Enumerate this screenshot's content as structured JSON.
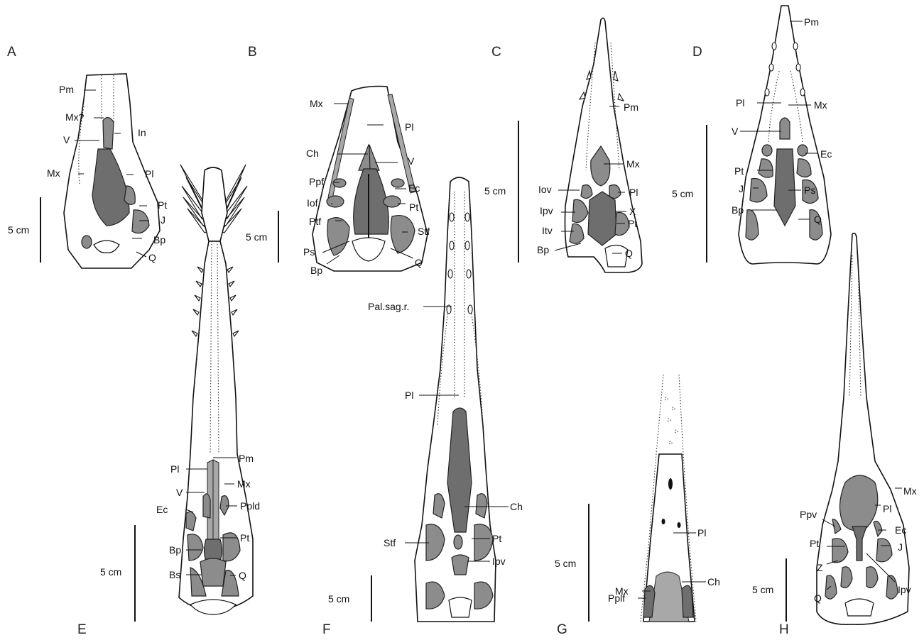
{
  "panels": {
    "A": {
      "letter": "A",
      "labels": {
        "pm": "Pm",
        "mx_q": "Mx?",
        "v": "V",
        "in": "In",
        "mx": "Mx",
        "pl": "Pl",
        "pt": "Pt",
        "j": "J",
        "bp": "Bp",
        "q": "Q"
      },
      "scale": "5 cm"
    },
    "B": {
      "letter": "B",
      "labels": {
        "mx": "Mx",
        "pl": "Pl",
        "ch": "Ch",
        "v": "V",
        "ppf": "Ppf",
        "ec": "Ec",
        "iof": "Iof",
        "pt": "Pt",
        "ptf": "Ptf",
        "stf": "Stf",
        "ps": "Ps",
        "q": "Q",
        "bp": "Bp"
      },
      "scale": "5 cm"
    },
    "C": {
      "letter": "C",
      "labels": {
        "pm": "Pm",
        "mx": "Mx",
        "iov": "Iov",
        "pl": "Pl",
        "ipv": "Ipv",
        "x": "X",
        "itv": "Itv",
        "pt": "Pt",
        "bp": "Bp",
        "q": "Q"
      },
      "scale": "5 cm"
    },
    "D": {
      "letter": "D",
      "labels": {
        "pm": "Pm",
        "pl": "Pl",
        "mx": "Mx",
        "v": "V",
        "ec": "Ec",
        "pt": "Pt",
        "j": "J",
        "ps": "Ps",
        "bp": "Bp",
        "q": "Q"
      },
      "scale": "5 cm"
    },
    "E": {
      "letter": "E",
      "labels": {
        "pm": "Pm",
        "pl": "Pl",
        "mx": "Mx",
        "v": "V",
        "ec": "Ec",
        "ppld": "Ppld",
        "pt": "Pt",
        "bp": "Bp",
        "bs": "Bs",
        "q": "Q"
      },
      "scale": "5 cm"
    },
    "F": {
      "letter": "F",
      "labels": {
        "palsagr": "Pal.sag.r.",
        "pl": "Pl",
        "ch": "Ch",
        "stf": "Stf",
        "pt": "Pt",
        "ipv": "Ipv"
      },
      "scale": "5 cm"
    },
    "G": {
      "letter": "G",
      "labels": {
        "pl": "Pl",
        "mx": "Mx",
        "ch": "Ch",
        "pplf": "Pplf"
      },
      "scale": "5 cm"
    },
    "H": {
      "letter": "H",
      "labels": {
        "mx": "Mx",
        "pl": "Pl",
        "ppv": "Ppv",
        "ec": "Ec",
        "pt": "Pt",
        "j": "J",
        "z": "Z",
        "q": "Q",
        "ipv": "Ipv"
      },
      "scale": "5 cm"
    }
  }
}
